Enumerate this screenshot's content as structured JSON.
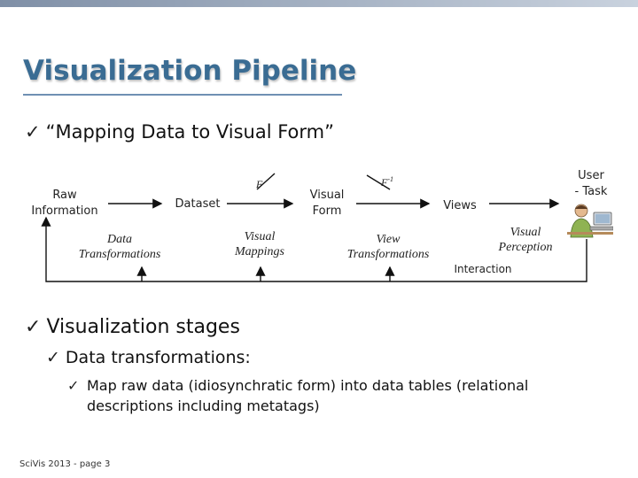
{
  "title": "Visualization Pipeline",
  "bullets": {
    "b1": "“Mapping Data to Visual Form”",
    "b2": "Visualization stages",
    "b3": "Data transformations:",
    "b4": "Map raw data (idiosynchratic form) into data tables (relational descriptions including metatags)"
  },
  "check_glyph": "✓",
  "diagram": {
    "raw_line1": "Raw",
    "raw_line2": "Information",
    "dataset": "Dataset",
    "visual_form_line1": "Visual",
    "visual_form_line2": "Form",
    "views": "Views",
    "user_line1": "User",
    "user_line2": "- Task",
    "f": "F",
    "f_inv": "F",
    "f_inv_sup": "-1",
    "data_transformations_line1": "Data",
    "data_transformations_line2": "Transformations",
    "visual_mappings_line1": "Visual",
    "visual_mappings_line2": "Mappings",
    "view_transformations_line1": "View",
    "view_transformations_line2": "Transformations",
    "visual_perception_line1": "Visual",
    "visual_perception_line2": "Perception",
    "interaction": "Interaction"
  },
  "footer": "SciVis 2013 - page 3",
  "colors": {
    "title": "#3a6c93",
    "text": "#111111"
  },
  "icons": [
    "checkmark-icon",
    "user-at-computer-icon"
  ]
}
